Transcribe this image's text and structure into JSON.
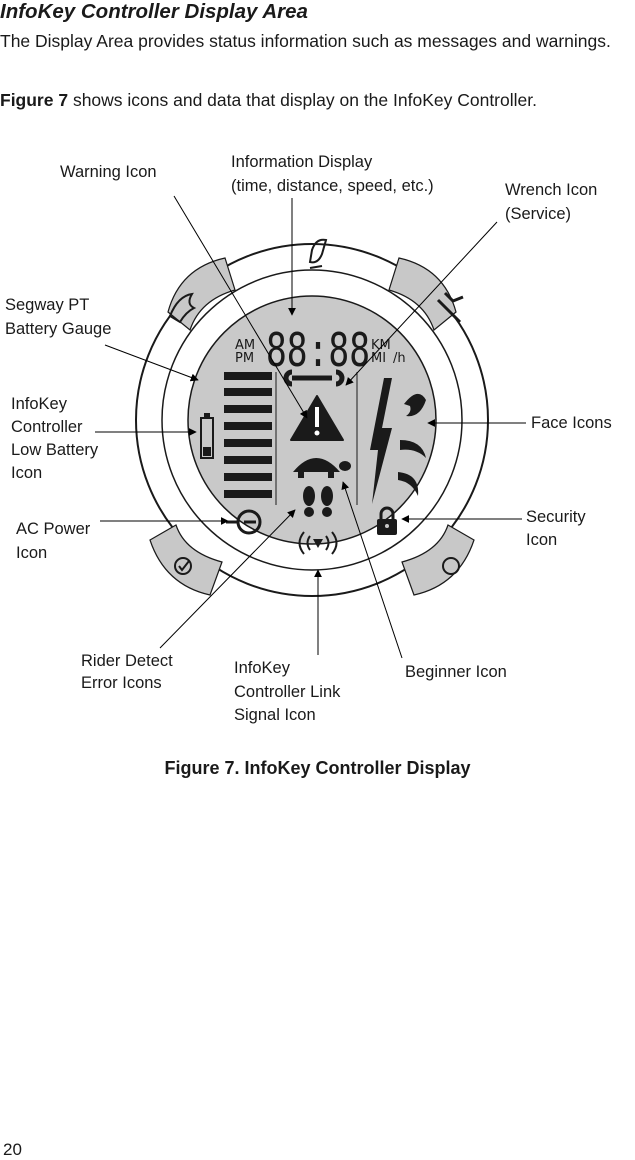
{
  "section": {
    "heading": "InfoKey Controller Display Area",
    "intro": "The Display Area provides status information such as messages and warnings.",
    "figure_ref": "Figure 7",
    "figure_ref_rest": " shows icons and data that display on the InfoKey Controller."
  },
  "figure": {
    "callouts": {
      "warning_icon": "Warning Icon",
      "info_display_l1": "Information Display",
      "info_display_l2": "(time, distance, speed, etc.)",
      "wrench_l1": "Wrench Icon",
      "wrench_l2": "(Service)",
      "battery_gauge_l1": "Segway PT",
      "battery_gauge_l2": "Battery Gauge",
      "low_battery_l1": "InfoKey",
      "low_battery_l2": "Controller",
      "low_battery_l3": "Low Battery",
      "low_battery_l4": "Icon",
      "face_icons": "Face Icons",
      "ac_power_l1": "AC Power",
      "ac_power_l2": "Icon",
      "security_l1": "Security",
      "security_l2": "Icon",
      "rider_detect_l1": "Rider Detect",
      "rider_detect_l2": "Error Icons",
      "link_signal_l1": "InfoKey",
      "link_signal_l2": "Controller Link",
      "link_signal_l3": "Signal Icon",
      "beginner_icon": "Beginner Icon"
    },
    "lcd": {
      "am": "AM",
      "pm": "PM",
      "km": "KM",
      "mi": "MI",
      "per_h": "/h",
      "digits": "88:88"
    },
    "caption": "Figure 7. InfoKey Controller Display"
  },
  "page_number": "20"
}
